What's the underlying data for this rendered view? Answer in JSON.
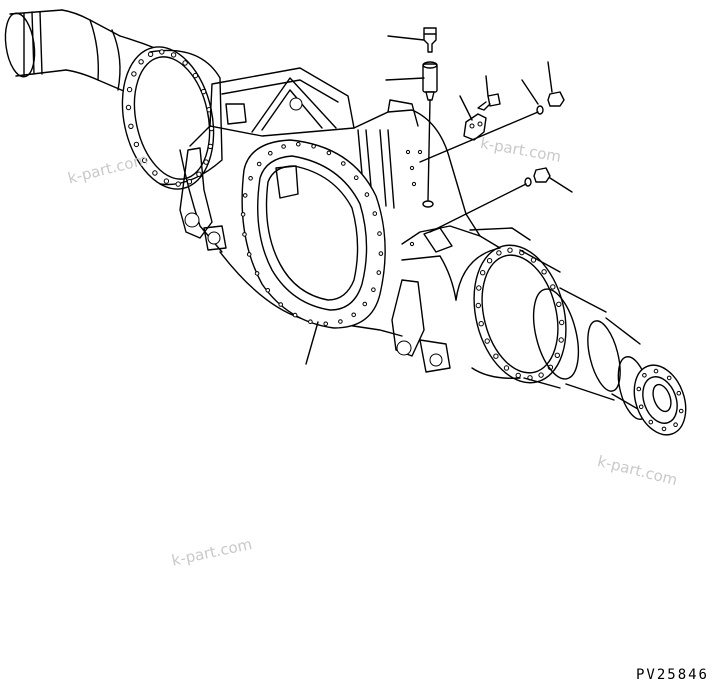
{
  "diagram": {
    "part_number": "PV25846",
    "watermarks": [
      "k-part.com",
      "k-part.com",
      "k-part.com",
      "k-part.com"
    ]
  },
  "colors": {
    "line": "#000000",
    "background": "#ffffff",
    "watermark": "#c9c9c9"
  },
  "parts": [
    {
      "name": "axle-housing",
      "icon": "axle-housing-icon"
    },
    {
      "name": "breather-fitting",
      "icon": "breather-fitting-icon"
    },
    {
      "name": "breather-tube",
      "icon": "breather-tube-icon"
    },
    {
      "name": "bracket",
      "icon": "bracket-icon"
    },
    {
      "name": "bolt",
      "icon": "bolt-icon"
    },
    {
      "name": "o-ring",
      "icon": "o-ring-icon"
    },
    {
      "name": "plug",
      "icon": "plug-icon"
    }
  ]
}
